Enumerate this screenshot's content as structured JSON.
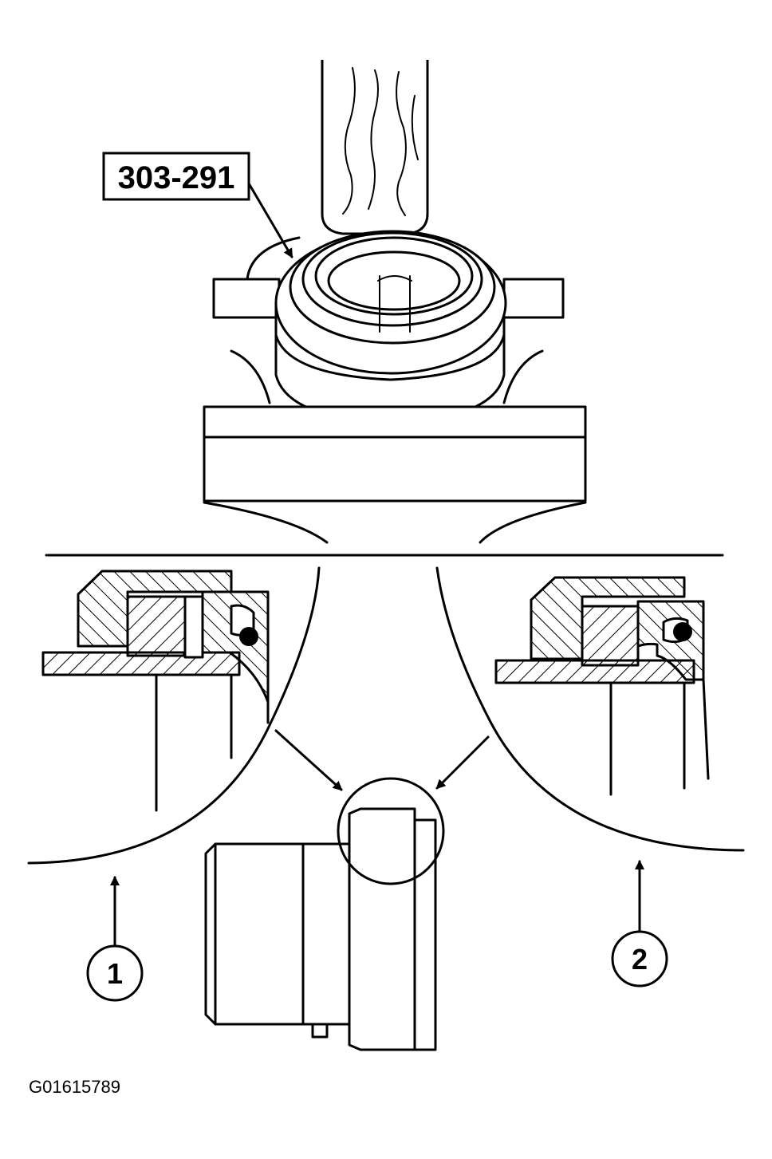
{
  "figure": {
    "tool_label": "303-291",
    "callouts": [
      "1",
      "2"
    ],
    "figure_id": "G01615789"
  },
  "icons": {
    "arrow": "arrow-icon",
    "callout": "callout-circle-icon"
  },
  "colors": {
    "line": "#000000",
    "background": "#ffffff"
  }
}
